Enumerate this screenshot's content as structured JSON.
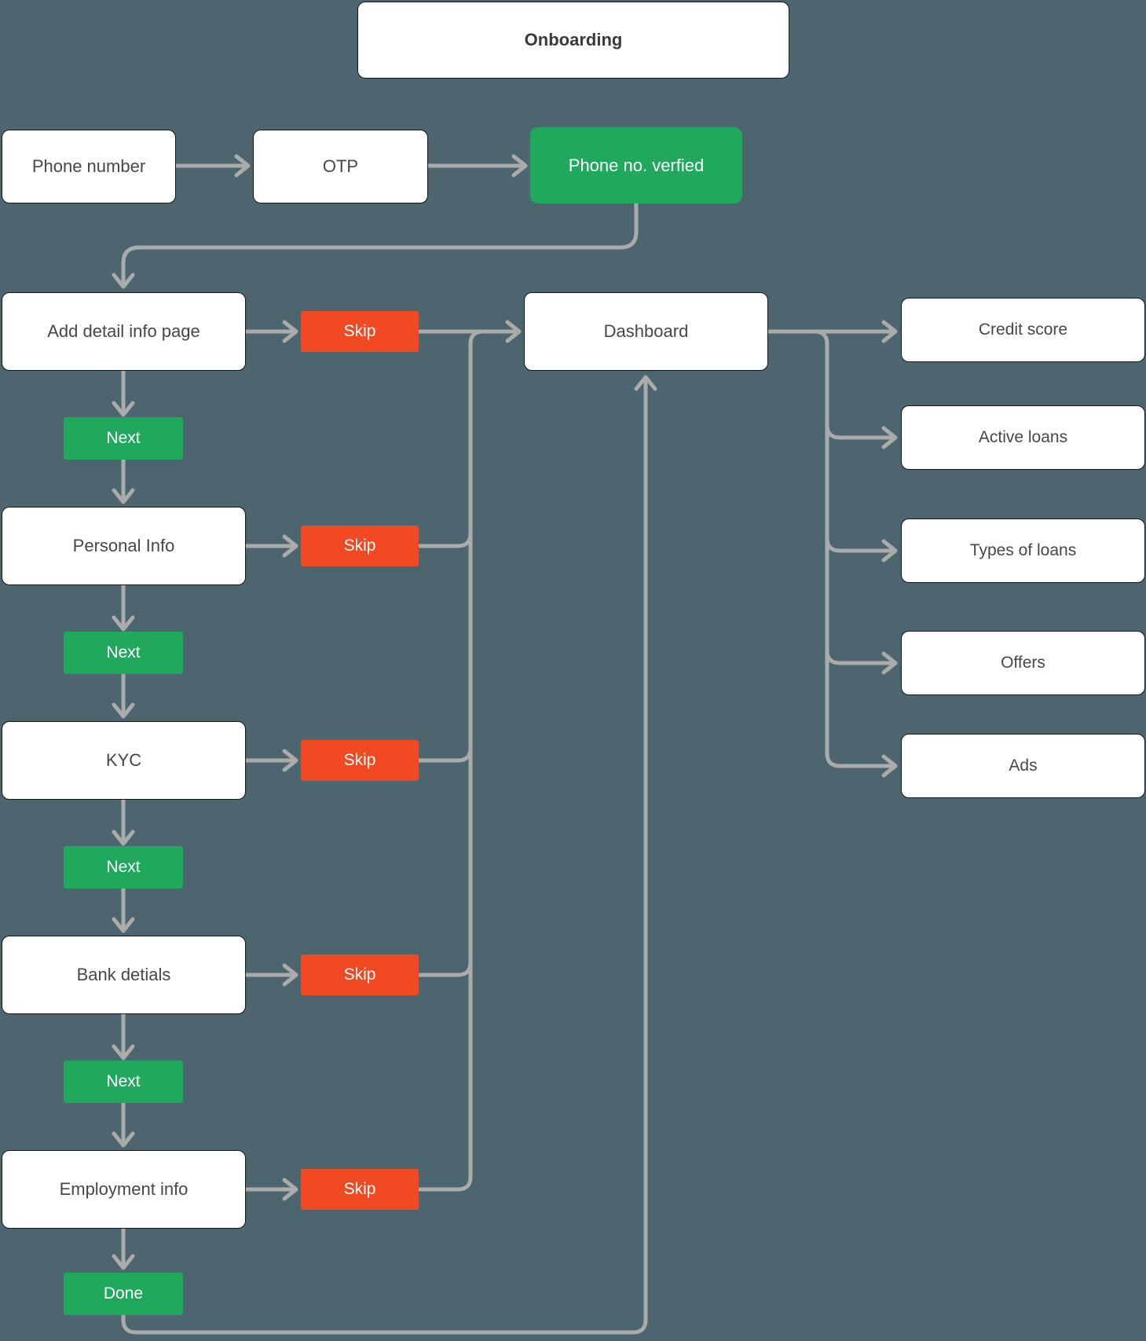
{
  "diagram": {
    "background_color": "#4d656e",
    "palette": {
      "node_fill": "#ffffff",
      "node_border": "#181818",
      "node_text": "#474747",
      "success_green": "#20a85c",
      "skip_red": "#f14a22",
      "connector_gray": "#ababab"
    },
    "title": {
      "label": "Onboarding"
    },
    "flow": {
      "phone_number": "Phone number",
      "otp": "OTP",
      "phone_verified": "Phone no. verfied",
      "add_detail_info": "Add detail info page",
      "personal_info": "Personal Info",
      "kyc": "KYC",
      "bank_details": "Bank detials",
      "employment_info": "Employment info",
      "dashboard": "Dashboard"
    },
    "dashboard_children": {
      "credit_score": "Credit score",
      "active_loans": "Active loans",
      "types_of_loans": "Types of loans",
      "offers": "Offers",
      "ads": "Ads"
    },
    "buttons": {
      "next": "Next",
      "skip": "Skip",
      "done": "Done"
    }
  }
}
